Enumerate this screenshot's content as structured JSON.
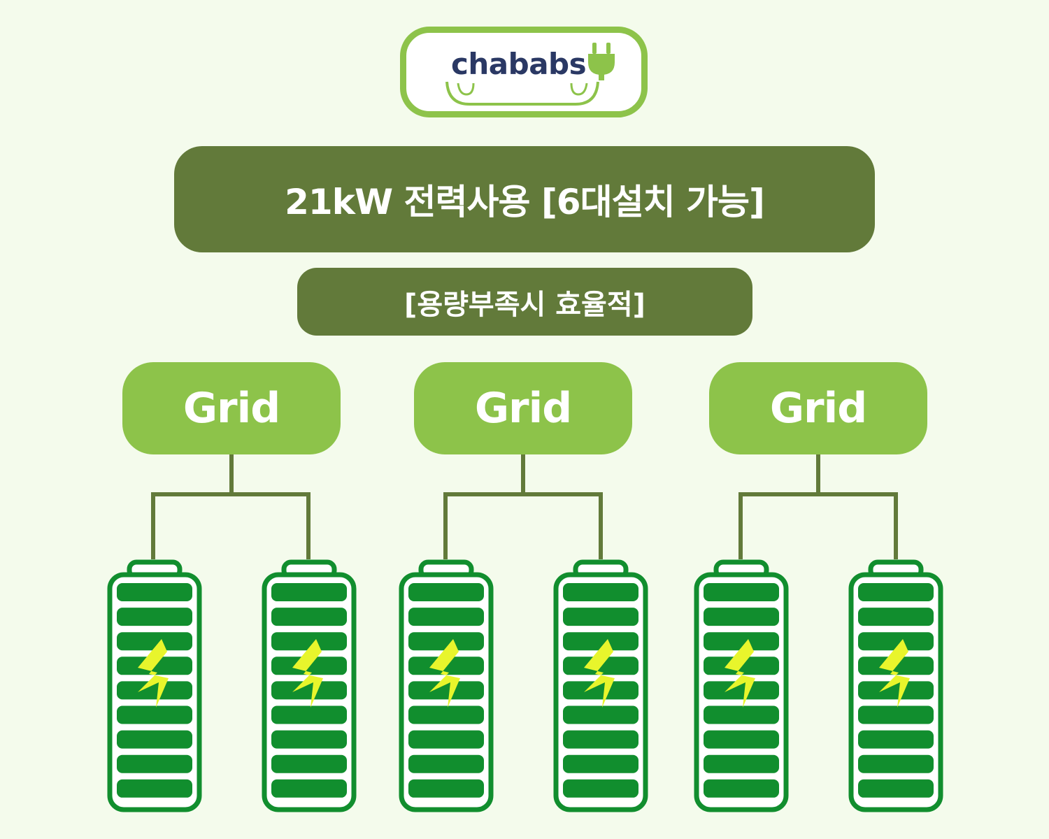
{
  "logo": {
    "text": "chababs",
    "icon": "plug-icon"
  },
  "title": "21kW 전력사용 [6대설치 가능]",
  "subtitle": "[용량부족시 효율적]",
  "grids": [
    {
      "label": "Grid"
    },
    {
      "label": "Grid"
    },
    {
      "label": "Grid"
    }
  ],
  "batteries_per_grid": 2,
  "battery": {
    "segments": 9,
    "icon": "lightning-bolt-icon"
  },
  "colors": {
    "background": "#f4fbec",
    "dark_green": "#627a3a",
    "light_green": "#8dc34a",
    "battery_green": "#118e2e",
    "bolt_yellow": "#e8f52c",
    "logo_text": "#2a3864"
  }
}
